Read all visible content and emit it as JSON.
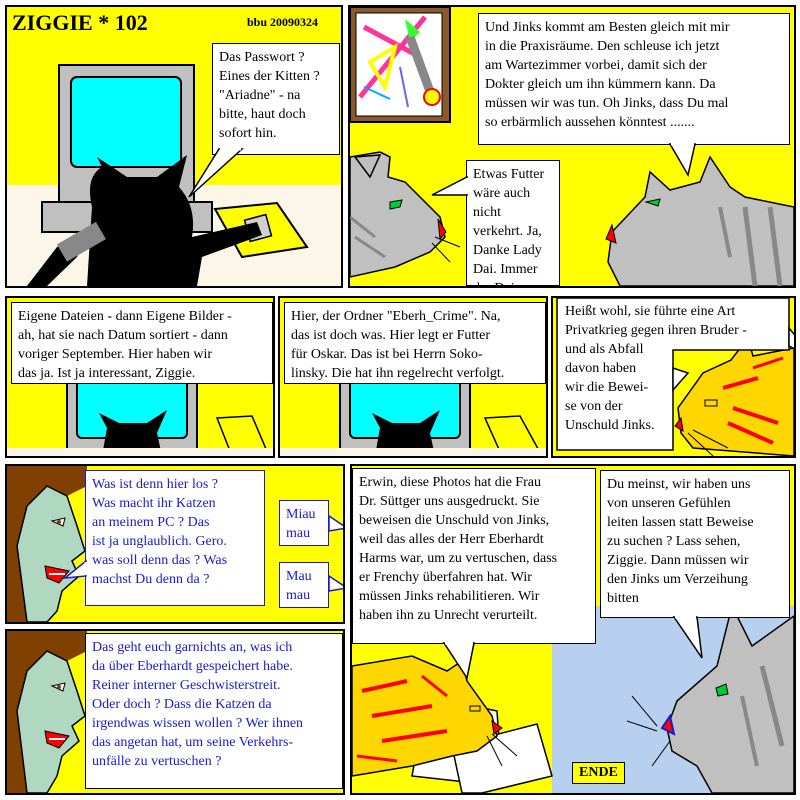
{
  "header": {
    "title": "ZIGGIE * 102",
    "stamp": "bbu 20090324"
  },
  "panels": {
    "p1": {
      "bubble": "Das Passwort ?\nEines der Kitten ?\n\"Ariadne\" - na\nbitte, haut doch\nsofort hin."
    },
    "p2": {
      "bubble_top": "Und Jinks kommt am Besten gleich mit mir\nin die Praxisräume. Den schleuse ich jetzt\nam Wartezimmer vorbei, damit sich der\nDokter gleich um ihn kümmern kann.  Da\nmüssen wir was tun. Oh Jinks, dass Du mal\nso erbärmlich aussehen könntest .......",
      "bubble_left": "Etwas Futter\nwäre auch nicht\nverkehrt. Ja,\nDanke Lady\nDai. Immer\nder Deine."
    },
    "p3": {
      "bubble": "Eigene Dateien - dann Eigene Bilder -\nah, hat sie nach Datum sortiert - dann\nvoriger September. Hier haben wir\ndas ja. Ist ja interessant, Ziggie."
    },
    "p4": {
      "bubble": "Hier, der Ordner \"Eberh_Crime\". Na,\ndas ist doch was. Hier legt er Futter\nfür Oskar. Das ist bei Herrn Soko-\nlinsky. Die hat ihn regelrecht verfolgt."
    },
    "p5": {
      "bubble": "Heißt wohl, sie führte eine Art\nPrivatkrieg gegen ihren Bruder -\nund als Abfall\ndavon haben\nwir die Bewei-\nse von der\nUnschuld Jinks."
    },
    "p6": {
      "bubble": "Was ist denn hier los ?\nWas macht ihr Katzen\nan meinem PC ? Das\nist ja unglaublich. Gero.\nwas soll denn das ? Was\nmachst Du denn da ?",
      "meow1": "Miau\nmau",
      "meow2": "Mau\nmau"
    },
    "p7": {
      "bubble": "Das geht euch garnichts an, was ich\nda über Eberhardt gespeichert habe.\nReiner interner Geschwisterstreit.\nOder doch ? Dass die Katzen da\nirgendwas wissen wollen ? Wer ihnen\ndas angetan hat, um seine Verkehrs-\nunfälle zu vertuschen ?"
    },
    "p8": {
      "bubble_left": "Erwin, diese Photos hat die Frau\nDr. Süttger uns ausgedruckt. Sie\nbeweisen die Unschuld von Jinks,\nweil das alles der Herr Eberhardt\nHarms war, um zu vertuschen, dass\ner Frenchy überfahren hat. Wir\nmüssen Jinks rehabilitieren. Wir\nhaben ihn zu Unrecht verurteilt.",
      "bubble_right": "Du meinst, wir haben uns\nvon unseren Gefühlen\nleiten lassen statt Beweise\nzu suchen ? Lass sehen,\nZiggie. Dann müssen wir\nden Jinks um Verzeihung\nbitten",
      "ende": "ENDE"
    }
  },
  "colors": {
    "yellow": "#ffff00",
    "monitor": "#00ffff",
    "grey_cat": "#c0c0c0",
    "face": "#b0d8c0",
    "orange_cat": "#ffd700",
    "red": "#ff0000",
    "dark_brown": "#804000",
    "wall": "#fcf6e8",
    "sky": "#b8d0f0",
    "blue_text": "#1a1acc"
  }
}
